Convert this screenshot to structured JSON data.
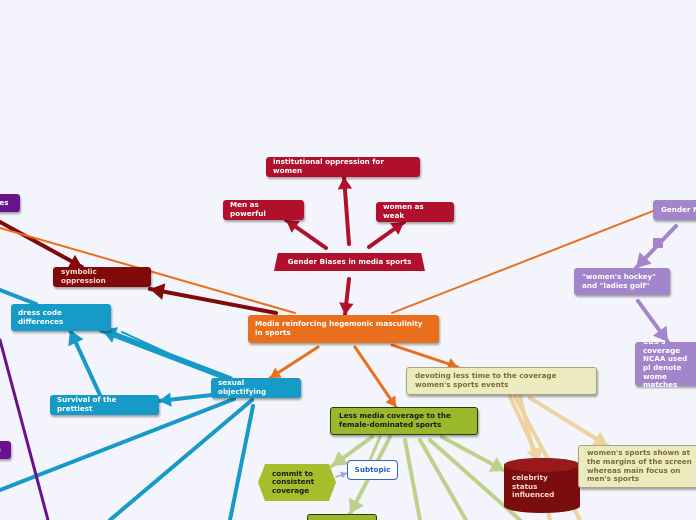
{
  "nodes": {
    "central": "Gender Biases in media sports",
    "institutional": "institutional oppression for women",
    "men_powerful": "Men as powerful",
    "women_weak": "women as weak",
    "hegemonic": "Media reinforcing hegemonic masculinity in sports",
    "symbolic": "symbolic oppression",
    "dress_code": "dress code differences",
    "sexual_objectifying": "sexual objectifying",
    "survival": "Survival of the prettiest",
    "devoting": "devoting less time to the coverage women's sports events",
    "less_coverage": "Less media coverage to the female-dominated sports",
    "commit": "commit to consistent coverage",
    "subtopic": "Subtopic",
    "celebrity": "celebrity status influenced",
    "margins": "women's sports shown at the margins of the screen whereas main focus on men's sports",
    "gender_m": "Gender M",
    "hockey": "\"women's hockey\" and \"ladies golf\"",
    "cbs": "CBS's coverage NCAA used pl denote wome matches",
    "left_edge_top": "tes",
    "left_edge_mid": "e"
  },
  "colors": {
    "background": "#f4f5fc",
    "red": "#b0102c",
    "dark_red": "#800a0a",
    "orange": "#ea6f1d",
    "teal": "#169ac7",
    "lavender": "#a385cc",
    "violet": "#6a128c",
    "khaki": "#ecebbf",
    "olive": "#9ab82c",
    "sage_link": "#c0d08c",
    "tan_link": "#ecd3a0"
  }
}
